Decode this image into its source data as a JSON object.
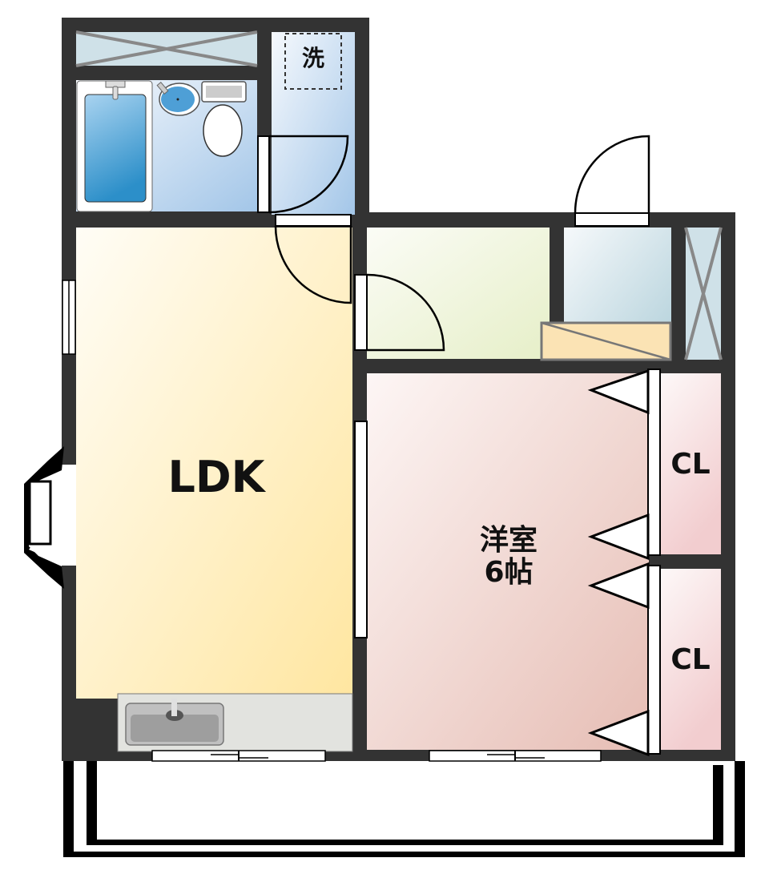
{
  "plan": {
    "layout": "1LDK",
    "colors": {
      "wall": "#333333",
      "ldk_start": "#fffdf6",
      "ldk_end": "#ffe8a6",
      "bedroom_start": "#fcf4f3",
      "bedroom_end": "#e8c2ba",
      "closet_start": "#fdf7f7",
      "closet_end": "#f2cccc",
      "wet_start": "#f4f8fc",
      "wet_end": "#a6c8e8",
      "hall_start": "#fbfcf5",
      "hall_end": "#e8f0cc",
      "entrance_start": "#f4f8fa",
      "entrance_end": "#b8d4de",
      "shoebox": "#fbe3b4",
      "storage_x": "#cfe1e8",
      "kitchen_counter": "#e2e3df",
      "sink": "#9e9e9e",
      "bath": "#5fa9d9"
    },
    "rooms": [
      {
        "id": "ldk",
        "label": "LDK"
      },
      {
        "id": "bedroom",
        "label": "洋室",
        "size": "6帖"
      },
      {
        "id": "closet-1",
        "label": "CL"
      },
      {
        "id": "closet-2",
        "label": "CL"
      },
      {
        "id": "washer-space",
        "label": "洗"
      }
    ]
  }
}
